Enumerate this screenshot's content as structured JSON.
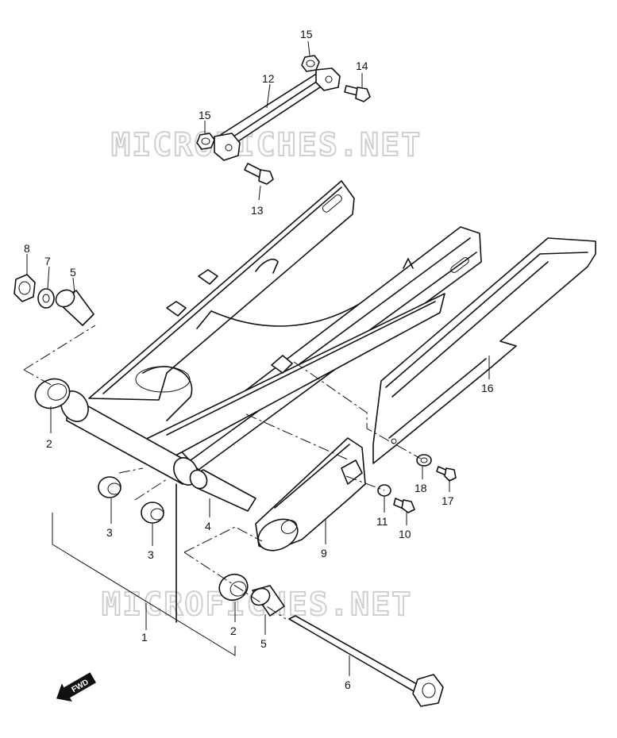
{
  "watermark": "MICROFICHES.NET",
  "fwd_badge": "FWD",
  "labels": {
    "p1": "1",
    "p2a": "2",
    "p2b": "2",
    "p3a": "3",
    "p3b": "3",
    "p4": "4",
    "p5a": "5",
    "p5b": "5",
    "p6": "6",
    "p7": "7",
    "p8": "8",
    "p9": "9",
    "p10": "10",
    "p11": "11",
    "p12": "12",
    "p13": "13",
    "p14": "14",
    "p15a": "15",
    "p15b": "15",
    "p16": "16",
    "p17": "17",
    "p18": "18"
  },
  "colors": {
    "line": "#111111",
    "watermark": "#cfcfcf",
    "background": "#ffffff"
  }
}
